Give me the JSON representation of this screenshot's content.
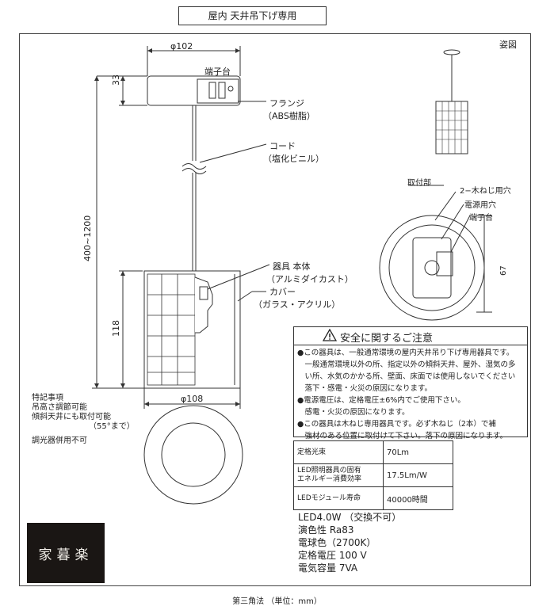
{
  "header": {
    "title": "屋内 天井吊下げ専用"
  },
  "corner": {
    "label": "姿図"
  },
  "dims": {
    "top_diameter": "φ102",
    "flange_height": "33",
    "cord_length": "400~1200",
    "shade_height": "118",
    "shade_diameter": "φ108",
    "mount_height": "67"
  },
  "labels": {
    "terminal_top": "端子台",
    "flange": "フランジ",
    "flange_material": "（ABS樹脂）",
    "cord": "コード",
    "cord_material": "（塩化ビニル）",
    "body": "器具 本体",
    "body_material": "（アルミダイカスト）",
    "cover": "カバー",
    "cover_material": "（ガラス・アクリル）",
    "mount_section": "取付部",
    "wood_screw_hole": "2−木ねじ用穴",
    "power_hole": "電源用穴",
    "terminal_mount": "端子台"
  },
  "notes": {
    "title": "特記事項",
    "line1": "吊高さ調節可能",
    "line2": "傾斜天井にも取付可能",
    "line3": "（55°まで）",
    "line4": "調光器併用不可"
  },
  "safety": {
    "title": "安全に関するご注意",
    "lines": [
      "●この器具は、一般通常環境の屋内天井吊り下げ専用器具です。",
      "　一般通常環境以外の所、指定以外の傾斜天井、屋外、湿気の多",
      "　い所、水気のかかる所、壁面、床面では使用しないでください",
      "　落下・感電・火災の原因になります。",
      "●電源電圧は、定格電圧±6%内でご使用下さい。",
      "　感電・火災の原因になります。",
      "●この器具は木ねじ専用器具です。必ず木ねじ（2本）で補",
      "　強材のある位置に取付けて下さい。落下の原因になります。"
    ]
  },
  "spec_table": [
    {
      "key": "定格光束",
      "value": "70Lm"
    },
    {
      "key": "LED照明器具の固有\nエネルギー消費効率",
      "value": "17.5Lm/W"
    },
    {
      "key": "LEDモジュール寿命",
      "value": "40000時間"
    }
  ],
  "specs": {
    "led": "LED4.0W （交換不可）",
    "cri": "演色性 Ra83",
    "color": "電球色（2700K）",
    "voltage": "定格電圧 100 V",
    "capacity": "電気容量 7VA"
  },
  "logo": {
    "text": "家暮楽"
  },
  "footer": {
    "text": "第三角法 （単位：mm）"
  }
}
